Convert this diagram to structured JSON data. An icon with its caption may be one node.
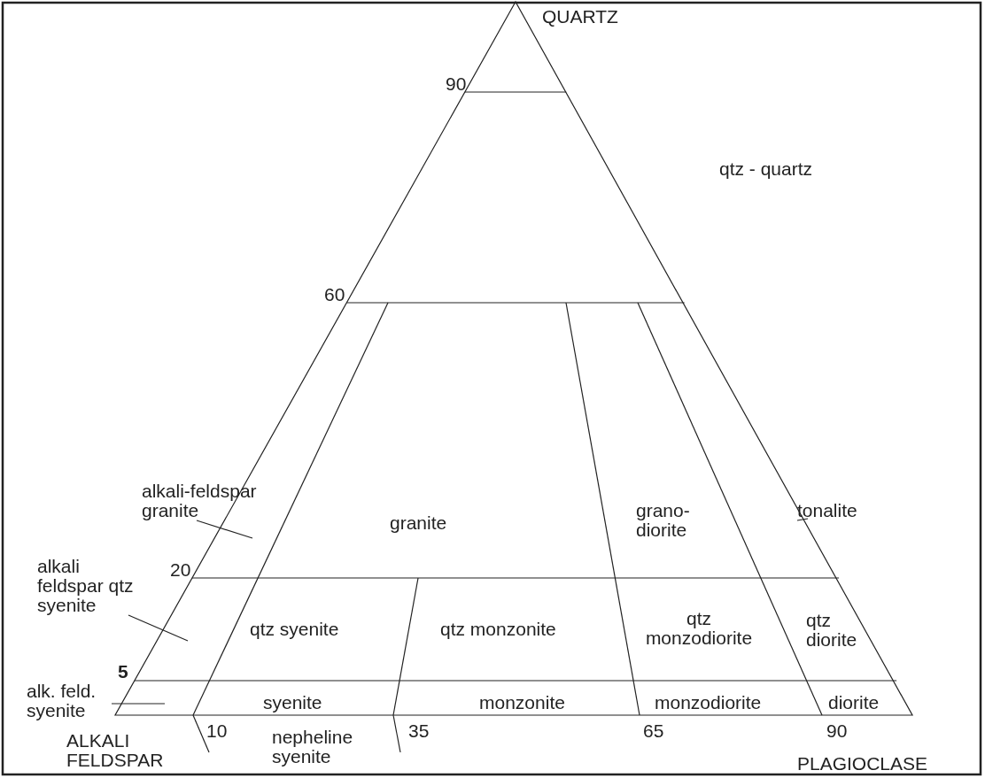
{
  "diagram": {
    "nodes": [
      {
        "text": [
          "alkali-feldspar granite"
        ]
      },
      {
        "text": [
          "alkali feldspar qtz syenite"
        ]
      },
      {
        "text": [
          "alk. feld. syenite"
        ]
      },
      {
        "text": [
          "tonalite"
        ]
      }
    ],
    "edges": [
      {
        "from": 0,
        "to": null,
        "arrow": "none"
      },
      {
        "from": 1,
        "to": null,
        "arrow": "none"
      },
      {
        "from": 2,
        "to": null,
        "arrow": "none"
      },
      {
        "from": 3,
        "to": null,
        "arrow": "none"
      }
    ],
    "labels": [
      "QUARTZ",
      "90",
      "qtz - quartz",
      "60",
      "granite",
      "grano- diorite",
      "20",
      "qtz syenite",
      "qtz monzonite",
      "qtz monzodiorite",
      "qtz diorite",
      "5",
      "syenite",
      "monzonite",
      "monzodiorite",
      "diorite",
      "ALKALI FELDSPAR",
      "10",
      "nepheline syenite",
      "35",
      "65",
      "90",
      "PLAGIOCLASE"
    ]
  }
}
